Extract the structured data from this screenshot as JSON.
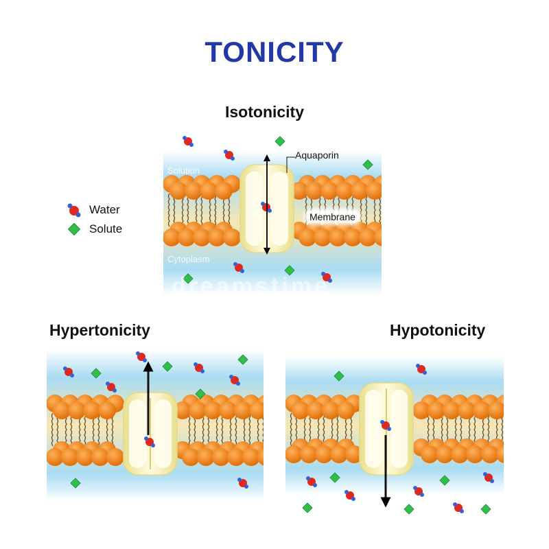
{
  "title": "TONICITY",
  "panels": {
    "isotonicity": {
      "title": "Isotonicity",
      "aquaporin_label": "Aquaporin",
      "membrane_label": "Membrane",
      "solution_label": "Solution",
      "cytoplasm_label": "Cytoplasm"
    },
    "hypertonicity": {
      "title": "Hypertonicity"
    },
    "hypotonicity": {
      "title": "Hypotonicity"
    }
  },
  "legend": [
    {
      "label": "Water",
      "icon": "water-molecule-icon"
    },
    {
      "label": "Solute",
      "icon": "solute-diamond-icon"
    }
  ],
  "watermark": "dreamstime",
  "colors": {
    "title": "#2238a5",
    "phospholipid_head": "#f07a12",
    "water_oxygen": "#e0281e",
    "water_hydrogen": "#3a5fd0",
    "solute": "#2fbf4a",
    "solution": "#a9dcf2",
    "aquaporin": "#f7f1bc"
  }
}
